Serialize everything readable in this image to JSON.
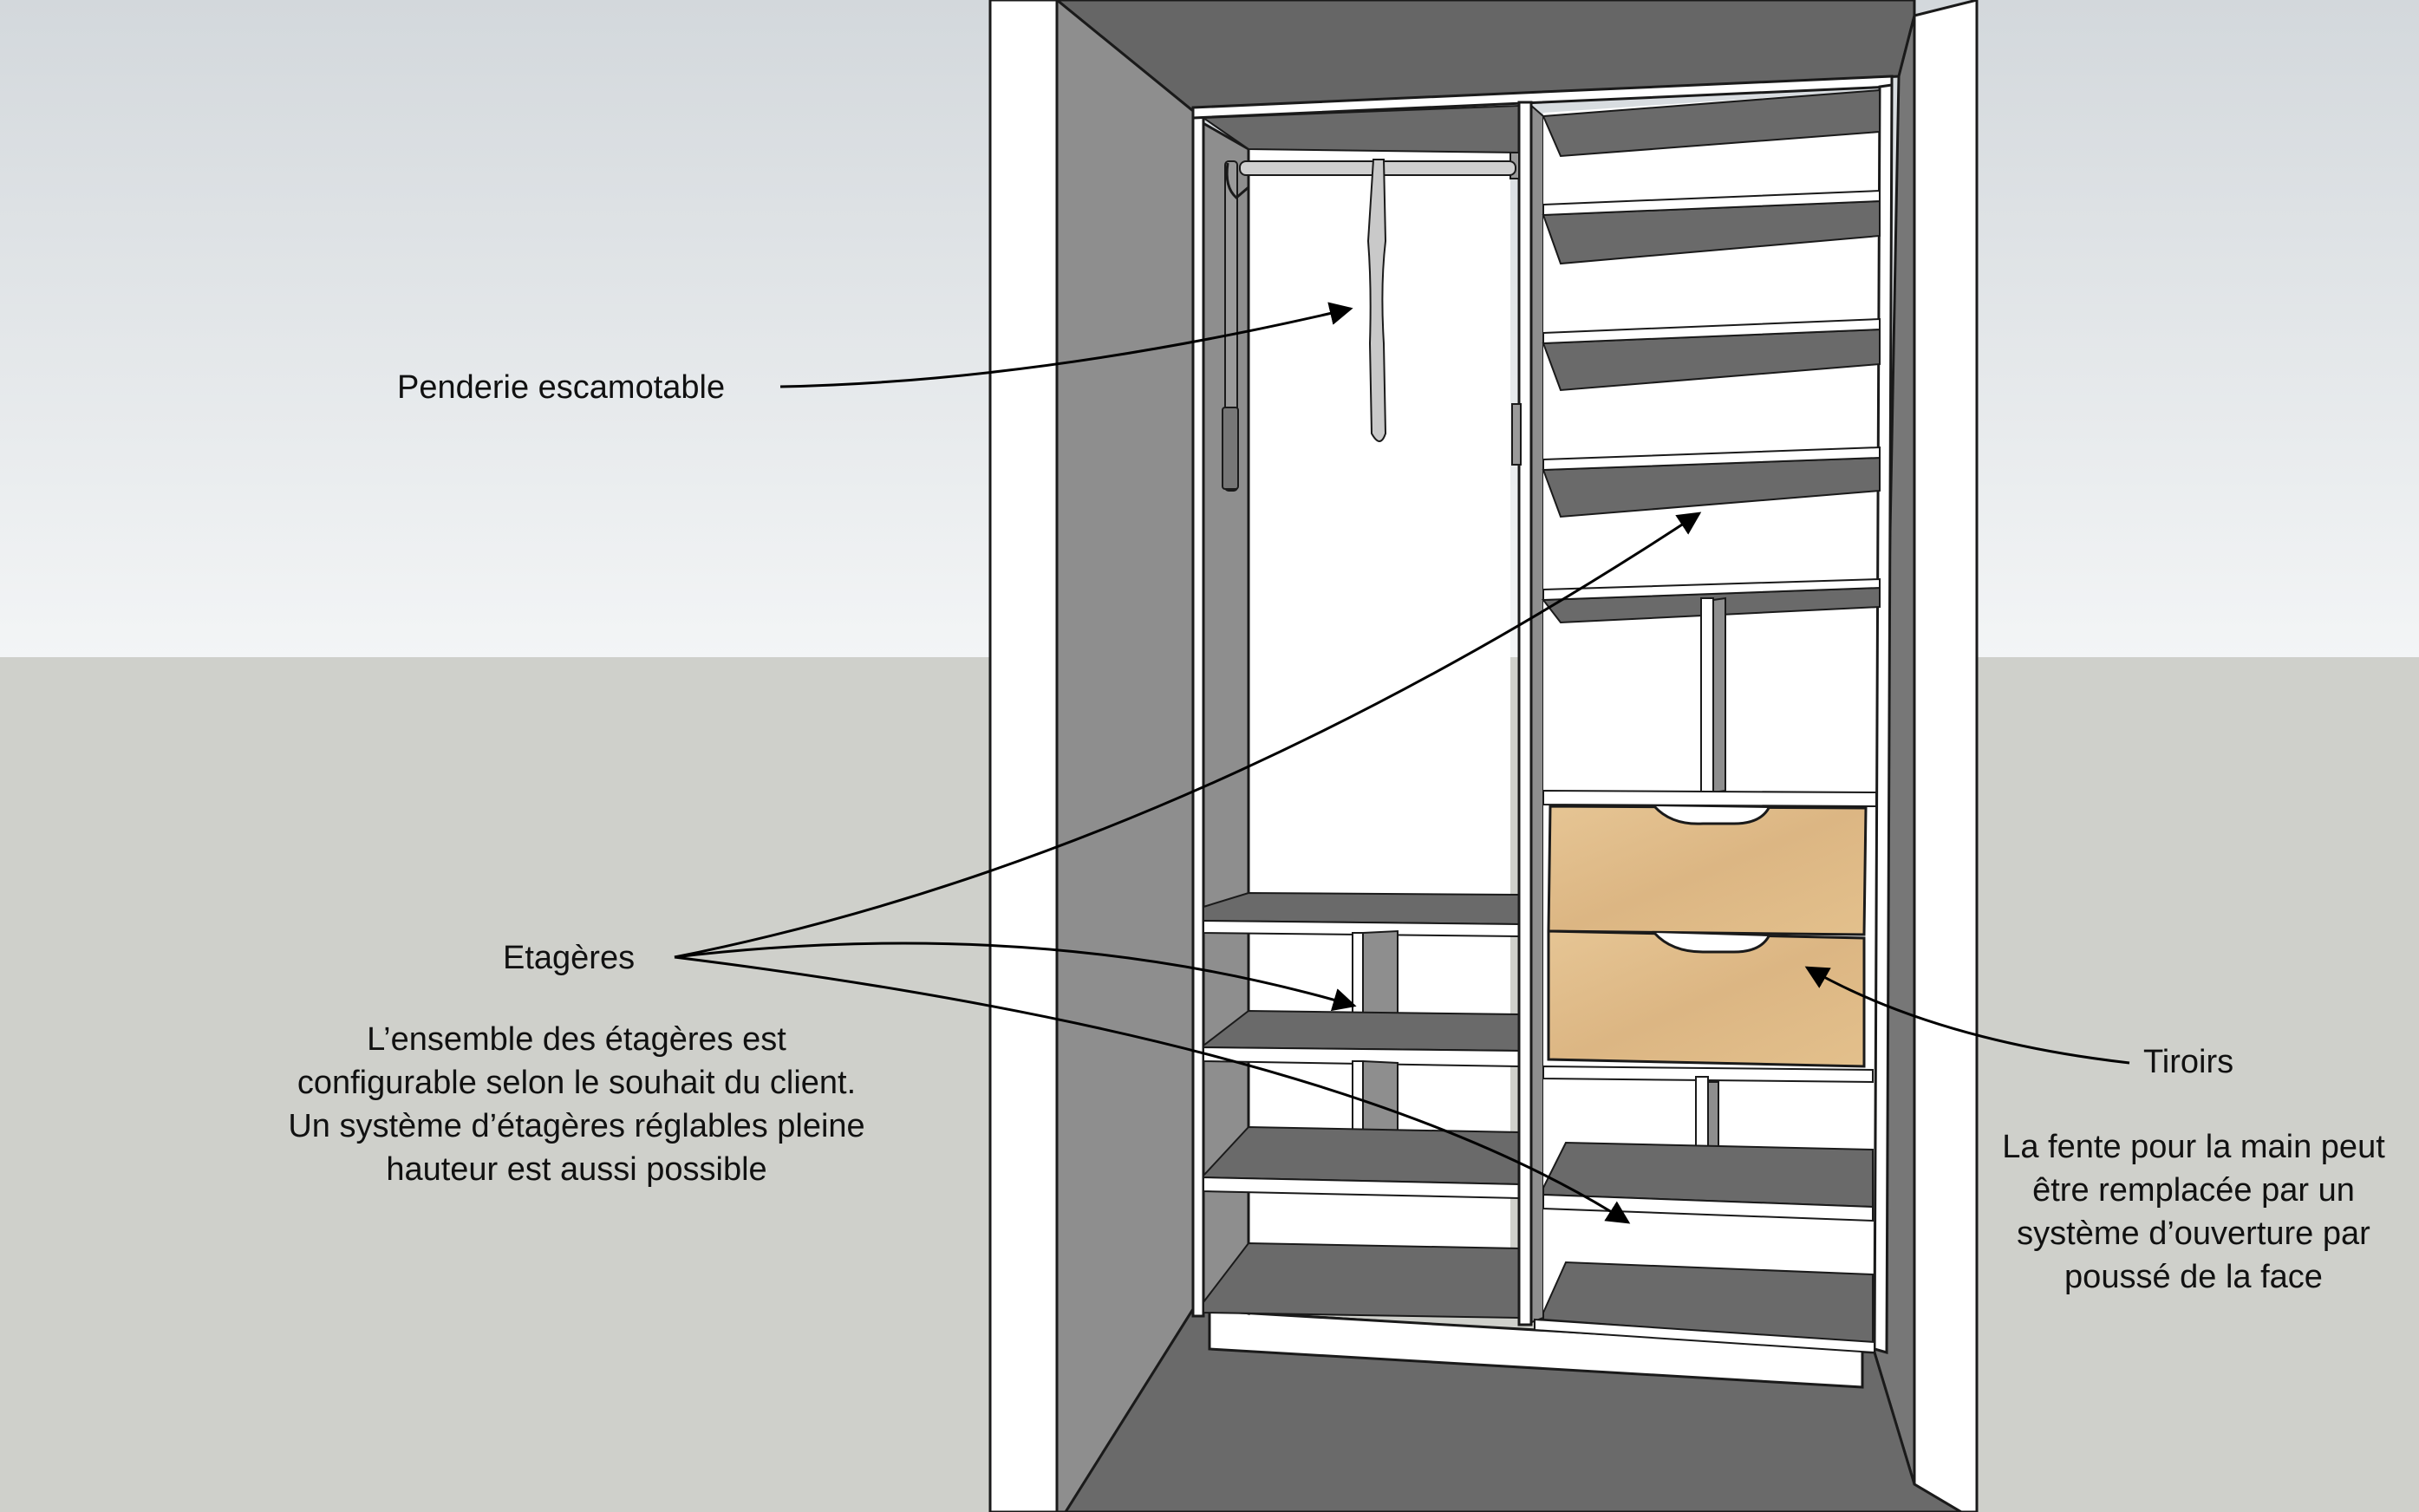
{
  "annotations": {
    "hanging_rail": {
      "title": "Penderie escamotable"
    },
    "shelves": {
      "title": "Etagères",
      "note": [
        "L’ensemble des étagères est",
        "configurable selon le souhait du client.",
        "Un système d’étagères réglables pleine",
        "hauteur est aussi possible"
      ]
    },
    "drawers": {
      "title": "Tiroirs",
      "note": [
        "La fente pour la main peut",
        "être remplacée par un",
        "système d’ouverture par",
        "poussé de la face"
      ]
    }
  },
  "colors": {
    "sky": "#e6eaec",
    "floor": "#cfd0cb",
    "wall_front": "#ffffff",
    "side_wall": "#8e8e8e",
    "ceiling": "#666666",
    "shelf_top": "#6a6a6a",
    "panel": "#ffffff",
    "wood": "#e0bd8a",
    "outline": "#1a1a1a"
  }
}
